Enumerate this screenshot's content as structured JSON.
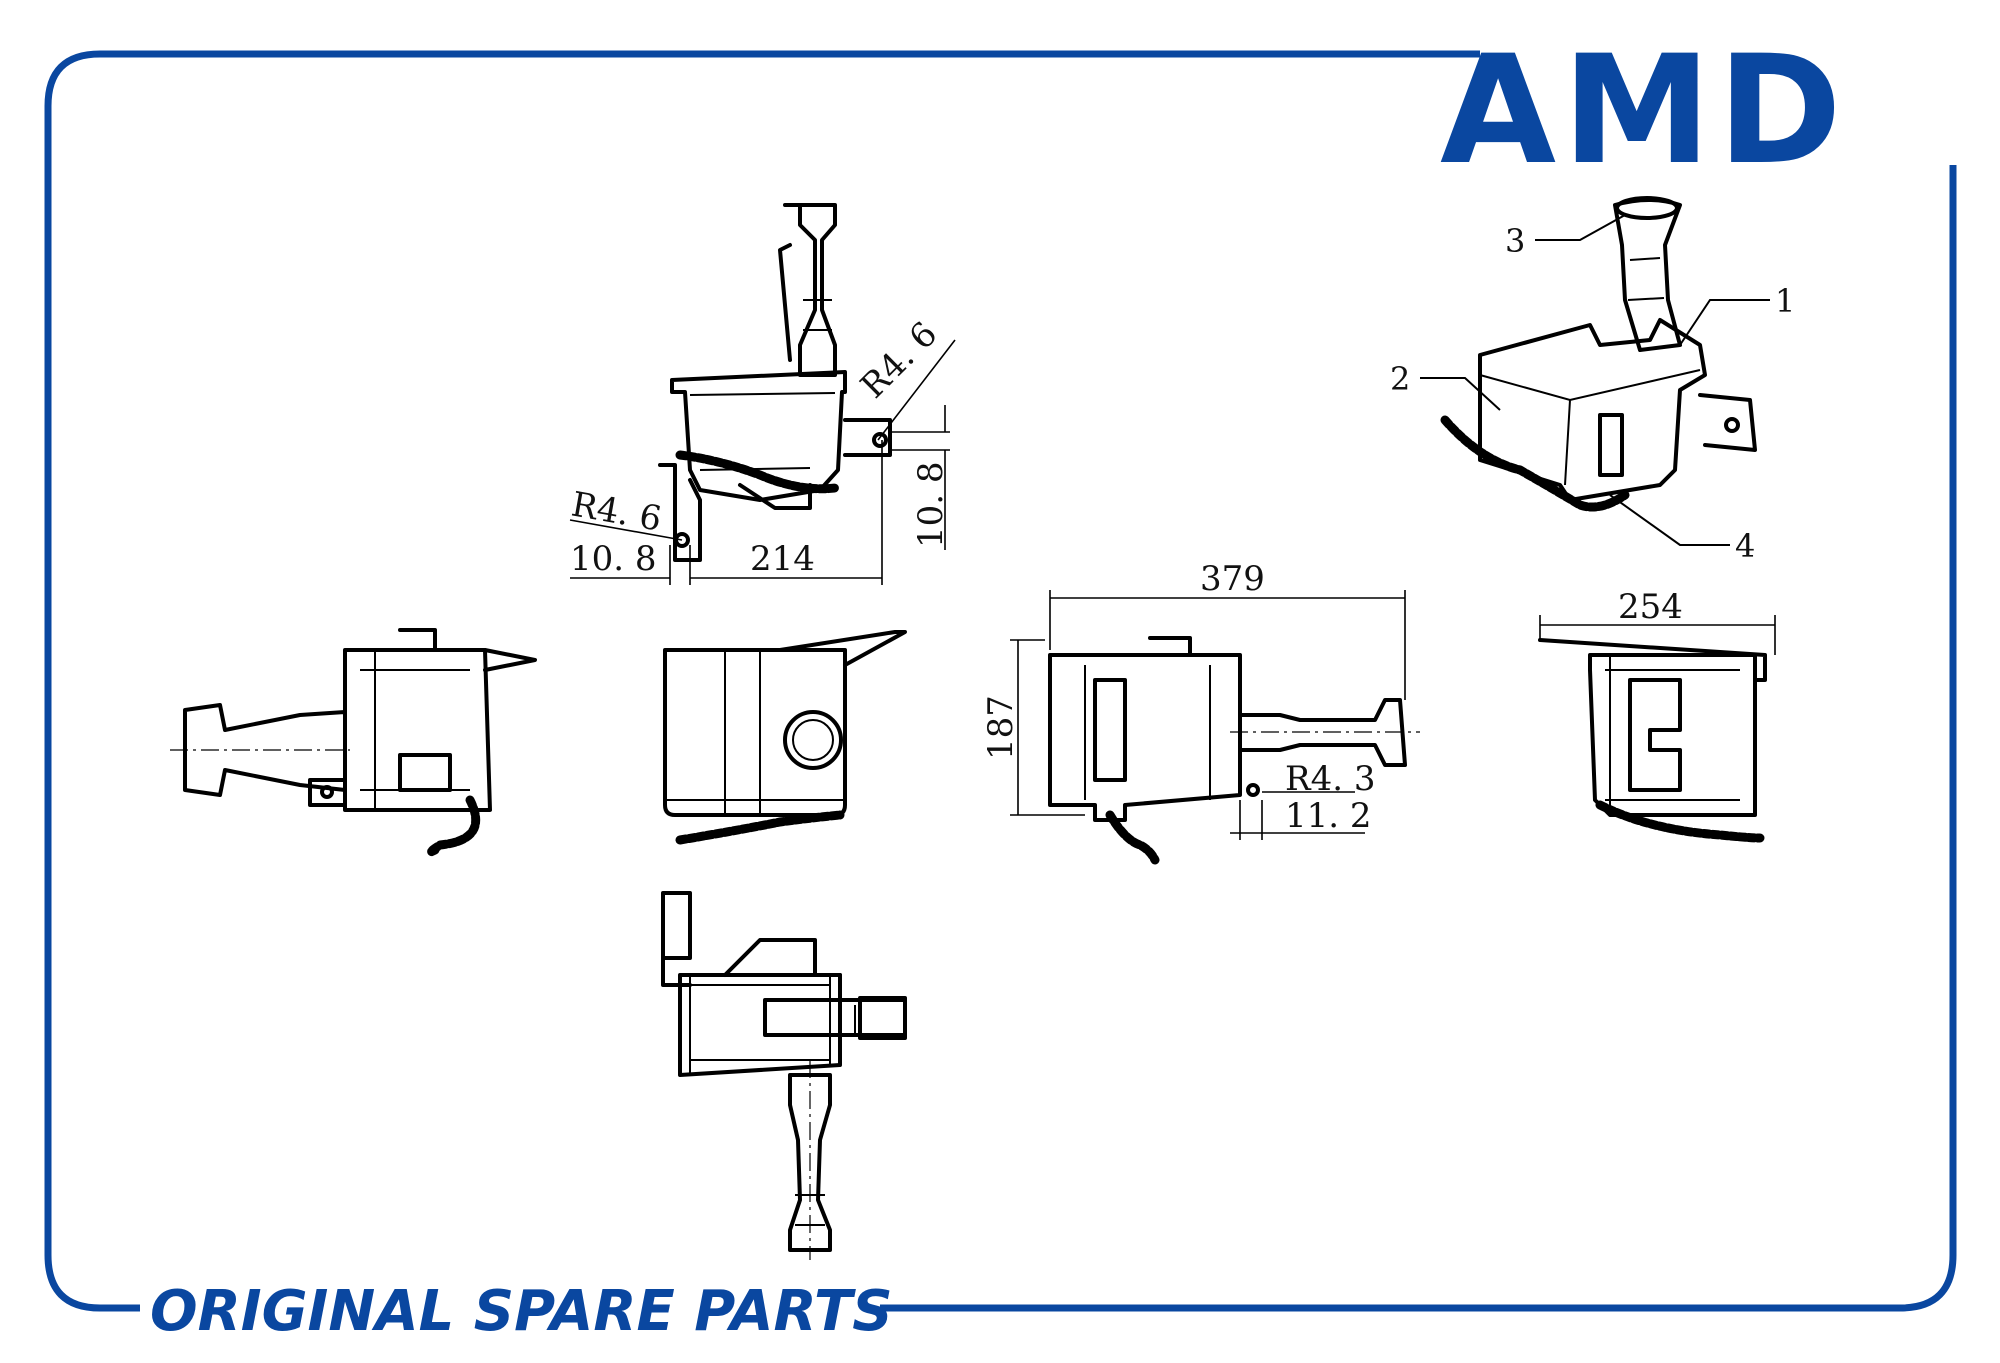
{
  "brand": {
    "logo_text": "AMD",
    "slogan": "ORIGINAL SPARE PARTS",
    "color": "#0a47a0"
  },
  "dimensions": {
    "radius_top_right": "R4. 6",
    "height_top_right": "10. 8",
    "radius_top_left": "R4. 6",
    "offset_top_left": "10. 8",
    "width_top": "214",
    "width_front": "379",
    "height_front": "187",
    "radius_front": "R4. 3",
    "offset_front": "11. 2",
    "depth_side": "254"
  },
  "callouts": [
    "1",
    "2",
    "3",
    "4"
  ]
}
